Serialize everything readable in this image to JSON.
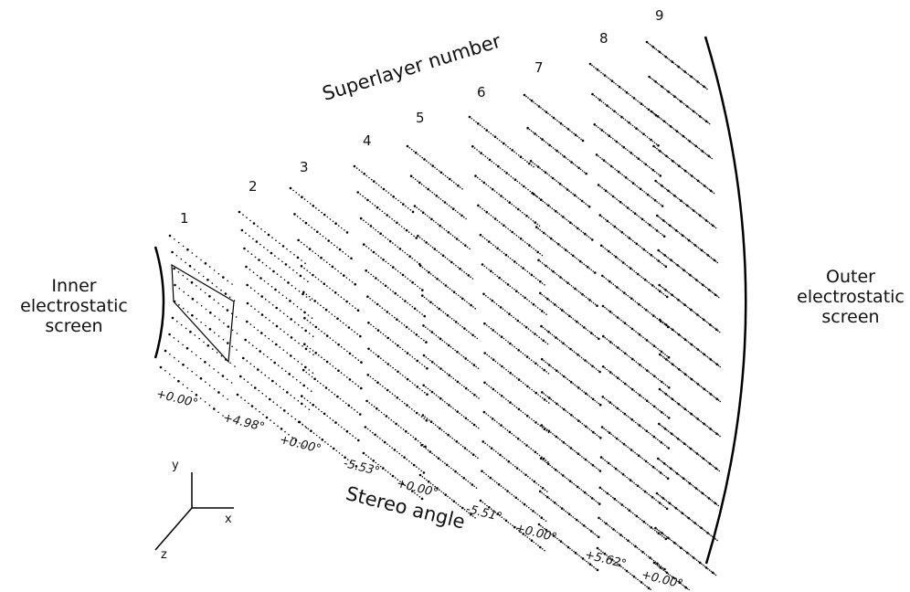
{
  "inner_screen": {
    "line1": "Inner",
    "line2": "electrostatic",
    "line3": "screen"
  },
  "outer_screen": {
    "line1": "Outer",
    "line2": "electrostatic",
    "line3": "screen"
  },
  "superlayer_title": "Superlayer number",
  "stereo_title": "Stereo angle",
  "superlayers": [
    {
      "number": "1",
      "angle": "+0.00°"
    },
    {
      "number": "2",
      "angle": "+4.98°"
    },
    {
      "number": "3",
      "angle": "+0.00°"
    },
    {
      "number": "4",
      "angle": "-5.53°"
    },
    {
      "number": "5",
      "angle": "+0.00°"
    },
    {
      "number": "6",
      "angle": "-5.51°"
    },
    {
      "number": "7",
      "angle": "+0.00°"
    },
    {
      "number": "8",
      "angle": "+5.62°"
    },
    {
      "number": "9",
      "angle": "+0.00°"
    }
  ],
  "axes": {
    "x": "x",
    "y": "y",
    "z": "z"
  }
}
